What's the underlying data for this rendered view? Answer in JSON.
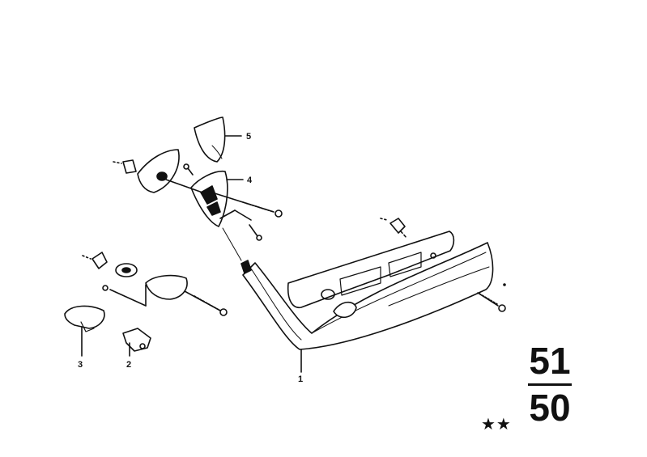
{
  "callouts": [
    {
      "id": "part-1",
      "label": "1"
    },
    {
      "id": "part-2",
      "label": "2"
    },
    {
      "id": "part-3",
      "label": "3"
    },
    {
      "id": "part-4",
      "label": "4"
    },
    {
      "id": "part-5",
      "label": "5"
    }
  ],
  "group_code": {
    "top": "51",
    "bottom": "50"
  },
  "stars": "★★",
  "colors": {
    "ink": "#111111",
    "paper": "#ffffff"
  }
}
